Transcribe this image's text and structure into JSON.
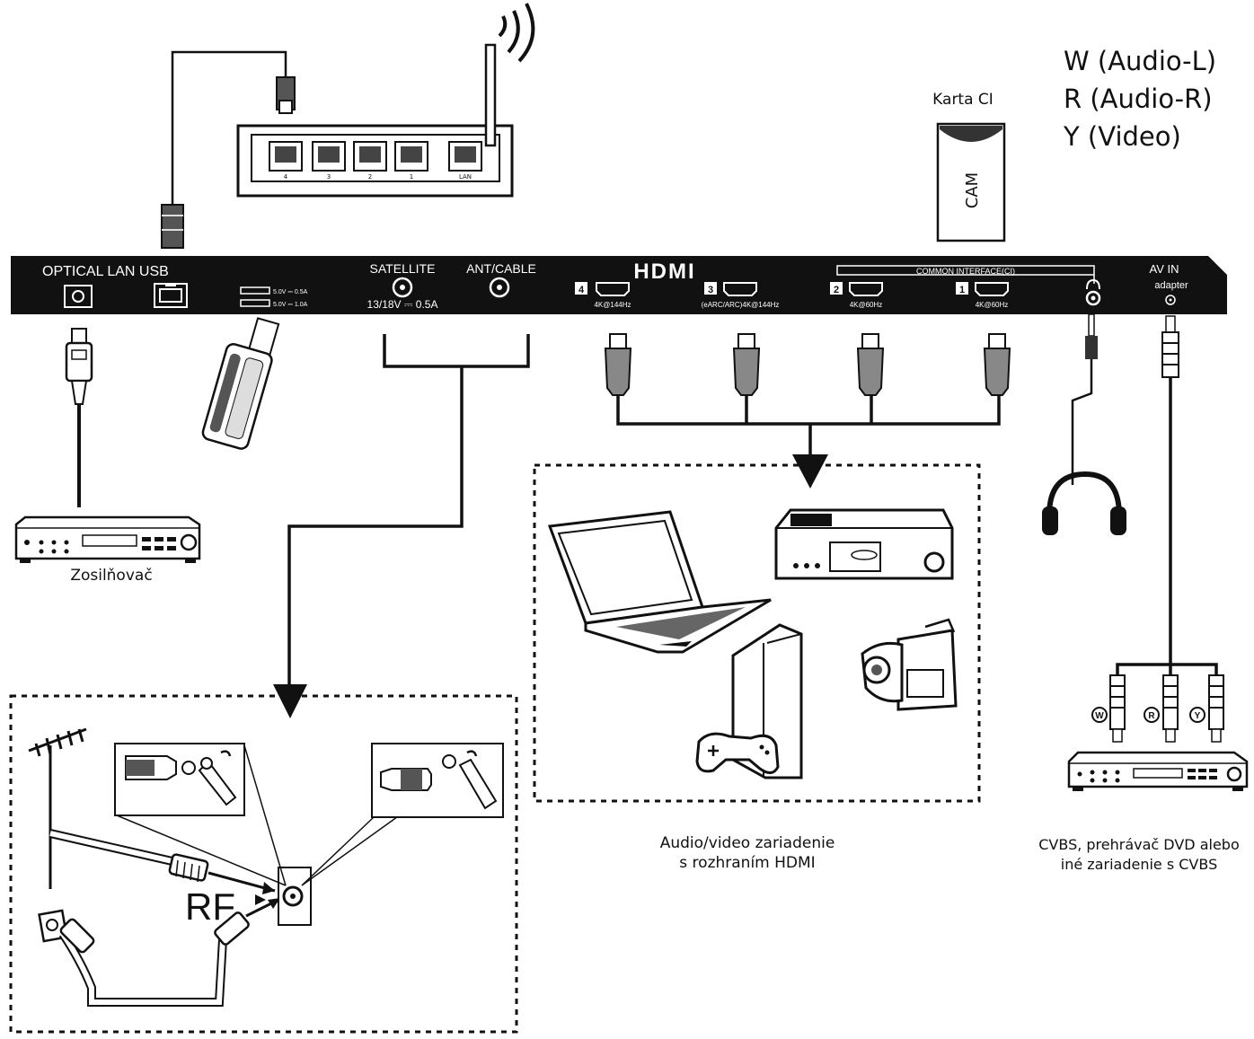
{
  "legend": {
    "w": "W (Audio-L)",
    "r": "R (Audio-R)",
    "y": "Y (Video)"
  },
  "ci_card": {
    "title": "Karta CI",
    "cam": "CAM"
  },
  "panel": {
    "optical_lan_usb": "OPTICAL LAN USB",
    "usb_port_1": "5.0V ⎓ 0.5A",
    "usb_port_2": "5.0V ⎓ 1.0A",
    "satellite": "SATELLITE",
    "satellite_spec": "13/18V ⎓ 0.5A",
    "ant_cable": "ANT/CABLE",
    "hdmi_logo": "HDMI",
    "hdmi4_num": "4",
    "hdmi4_spec": "4K@144Hz",
    "hdmi3_num": "3",
    "hdmi3_spec": "(eARC/ARC)4K@144Hz",
    "hdmi2_num": "2",
    "hdmi2_spec": "4K@60Hz",
    "hdmi1_num": "1",
    "hdmi1_spec": "4K@60Hz",
    "common_interface": "COMMON INTERFACE(CI)",
    "av_in": "AV IN",
    "av_adapter": "adapter"
  },
  "router_ports": [
    "4",
    "3",
    "2",
    "1",
    "LAN"
  ],
  "labels": {
    "amplifier": "Zosilňovač",
    "hdmi_caption_1": "Audio/video zariadenie",
    "hdmi_caption_2": "s rozhraním HDMI",
    "cvbs_caption_1": "CVBS, prehrávač DVD alebo",
    "cvbs_caption_2": "iné zariadenie s CVBS",
    "rf": "RF",
    "plug_w": "W",
    "plug_r": "R",
    "plug_y": "Y"
  }
}
